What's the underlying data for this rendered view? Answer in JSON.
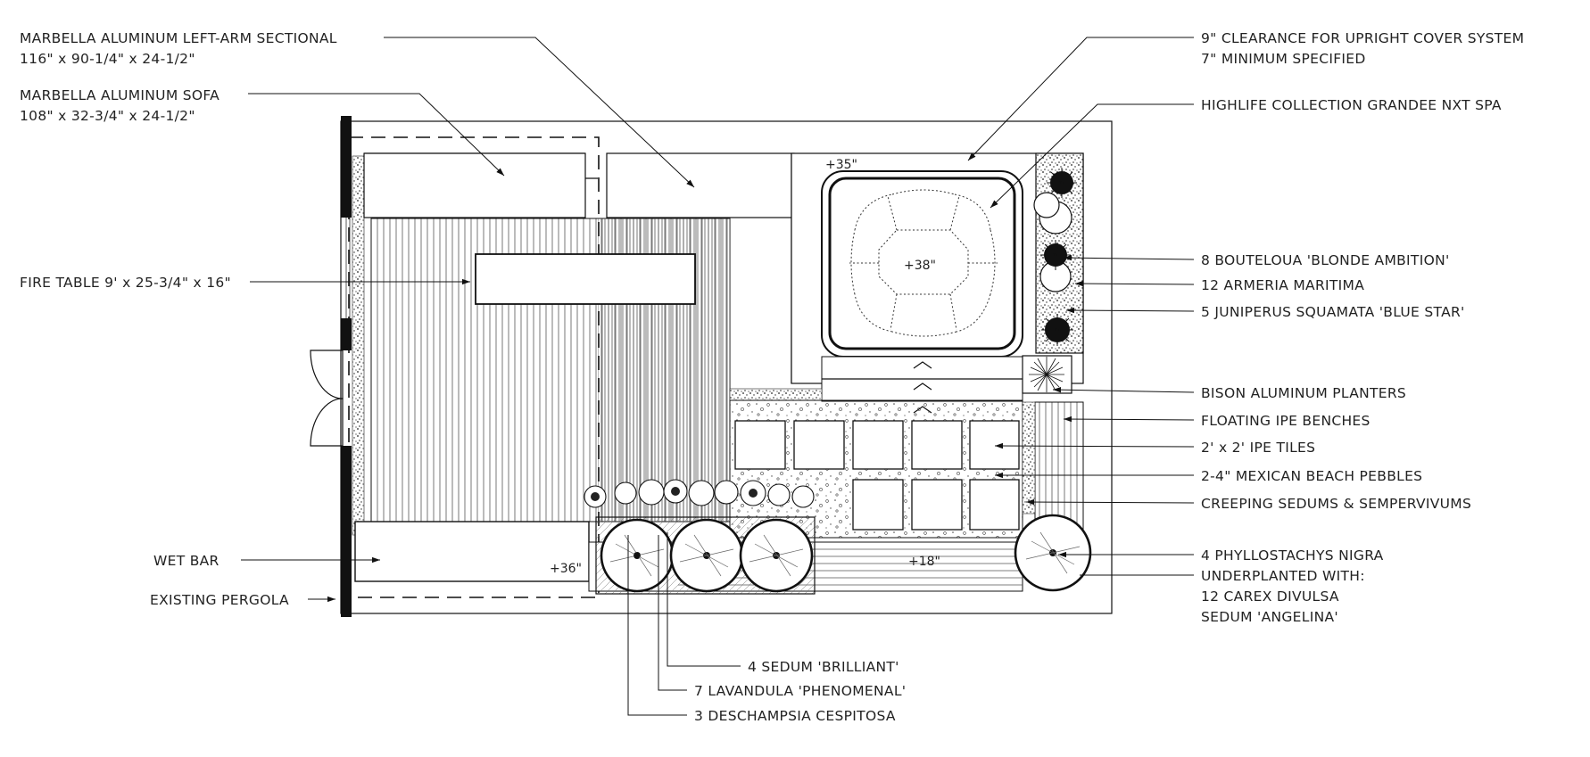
{
  "labels": {
    "sectional_title": "MARBELLA ALUMINUM LEFT-ARM SECTIONAL",
    "sectional_dims": "116\" x 90-1/4\" x 24-1/2\"",
    "sofa_title": "MARBELLA ALUMINUM SOFA",
    "sofa_dims": "108\" x 32-3/4\" x 24-1/2\"",
    "fire_table": "FIRE TABLE 9' x 25-3/4\" x 16\"",
    "wet_bar": "WET BAR",
    "pergola": "EXISTING PERGOLA",
    "clearance_1": "9\" CLEARANCE FOR UPRIGHT COVER SYSTEM",
    "clearance_2": "7\" MINIMUM SPECIFIED",
    "spa": "HIGHLIFE COLLECTION GRANDEE NXT SPA",
    "bouteloua": "8 BOUTELOUA 'BLONDE AMBITION'",
    "armeria": "12 ARMERIA MARITIMA",
    "juniperus": "5 JUNIPERUS SQUAMATA 'BLUE STAR'",
    "planters": "BISON ALUMINUM PLANTERS",
    "benches": "FLOATING IPE BENCHES",
    "tiles": "2' x 2' IPE TILES",
    "pebbles": "2-4\" MEXICAN BEACH PEBBLES",
    "sedums": "CREEPING SEDUMS & SEMPERVIVUMS",
    "phyllostachys": "4 PHYLLOSTACHYS NIGRA",
    "underplanted": "UNDERPLANTED WITH:",
    "carex": "12 CAREX DIVULSA",
    "sedum_angelina": "SEDUM 'ANGELINA'",
    "sedum_brilliant": "4 SEDUM 'BRILLIANT'",
    "lavandula": "7 LAVANDULA 'PHENOMENAL'",
    "deschampsia": "3 DESCHAMPSIA CESPITOSA"
  },
  "elevations": {
    "spa_deck": "+35\"",
    "spa": "+38\"",
    "bar": "+36\"",
    "bench": "+18\""
  }
}
